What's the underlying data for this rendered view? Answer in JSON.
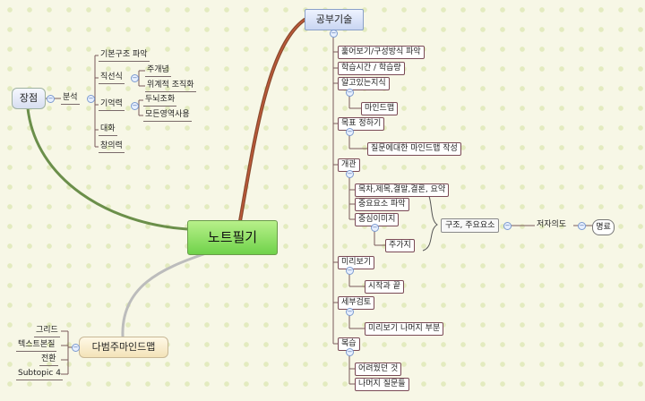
{
  "map": {
    "center": "노트필기",
    "accent_colors": {
      "root_fill": "#7fdc55",
      "main_topic_fill": "#d7e1f5",
      "branch_line": "#8a4a2e",
      "left_branch_green": "#6b8f4a",
      "left_branch_gray": "#bcbcbc"
    },
    "study": {
      "label": "공부기술",
      "items": {
        "skim": "훑어보기/구성방식 파악",
        "time": "학습시간 / 학습량",
        "known": "알고있는지식",
        "mindmap": "마인드맵",
        "goal": "목표 정하기",
        "question": "질문에대한 마인드맵 작성",
        "overview": "개관",
        "toc": "목차,제목,결말,결론, 요약",
        "key_elem": "중요요소 파악",
        "central_image": "중심이미지",
        "branches": "주가지",
        "structure": "구조, 주요요소",
        "intent": "저자의도",
        "clear": "명료",
        "preview": "미리보기",
        "start_end": "시작과 끝",
        "detail": "세부검토",
        "rest": "미리보기 나머지 부분",
        "review": "복습",
        "hard": "어려웠던 것",
        "remaining": "나머지 질문들"
      }
    },
    "strength": {
      "label": "장점",
      "analysis": "분석",
      "items": {
        "basic": "기본구조 파악",
        "linear": "직선식",
        "main_concept": "주개념",
        "hierarchy": "위계적 조직화",
        "memory": "기억력",
        "brain": "두뇌조화",
        "all_areas": "모든영역사용",
        "dialogue": "대화",
        "creativity": "창의력"
      }
    },
    "various": {
      "label": "다범주마인드맵",
      "items": {
        "grid": "그리드",
        "text": "텍스트본질",
        "switch": "전환",
        "subtopic": "Subtopic 4"
      }
    }
  }
}
